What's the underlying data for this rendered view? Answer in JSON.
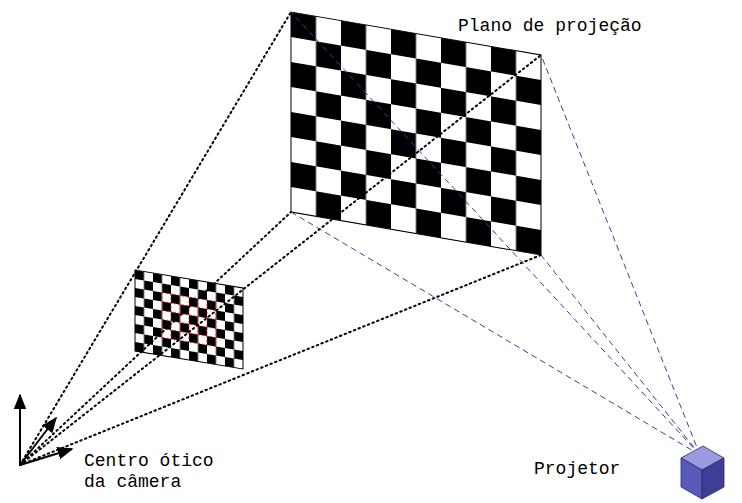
{
  "diagram": {
    "labels": [
      "Plano de projeção",
      "Centro ótico da câmera",
      "Projetor"
    ]
  }
}
